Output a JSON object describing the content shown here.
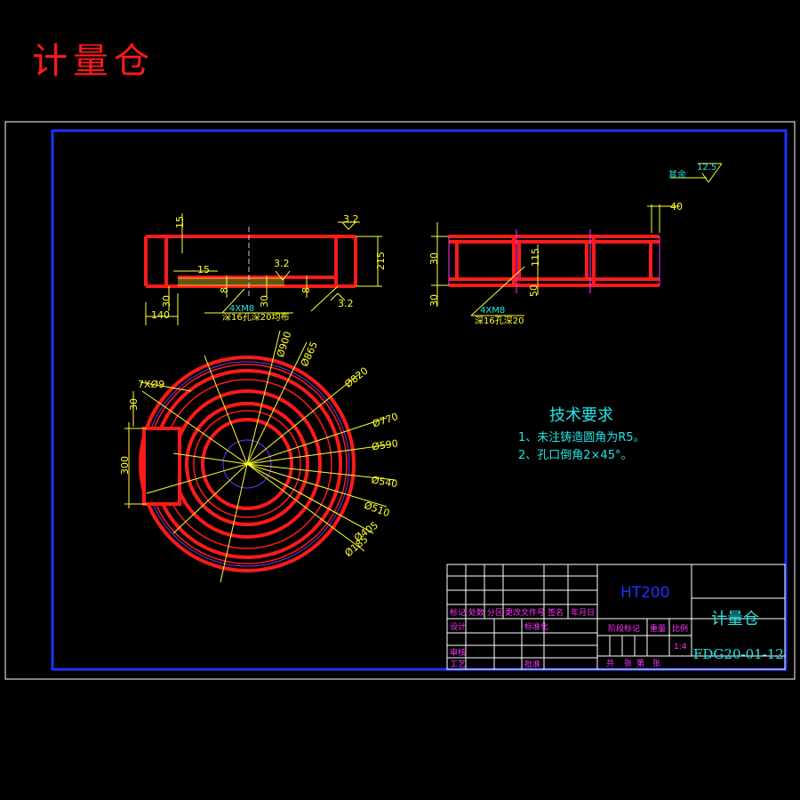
{
  "title": "计量仓",
  "tech_requirements": {
    "heading": "技术要求",
    "items": [
      "1、未注铸造圆角为R5。",
      "2、孔口倒角2×45°。"
    ]
  },
  "surface_roughness": {
    "label": "其余",
    "value": "12.5"
  },
  "front_view": {
    "dims": {
      "top_wall": "15",
      "rough_1": "3.2",
      "rough_2": "3.2",
      "rough_3": "3.2",
      "inner_15": "15",
      "height": "215",
      "eight_a": "8",
      "eight_b": "8",
      "thirty_a": "30",
      "thirty_b": "30",
      "width_140": "140",
      "hole_spec": "4XM8",
      "hole_note": "深16孔深20均布"
    }
  },
  "side_view": {
    "dims": {
      "d40": "40",
      "d30a": "30",
      "d30b": "30",
      "d115": "115",
      "d50": "50",
      "hole_spec": "4XM8",
      "hole_note": "深16孔深20"
    }
  },
  "top_view": {
    "dims": {
      "holes": "7XØ9",
      "d30": "30",
      "d300": "300",
      "diameters": [
        "Ø900",
        "Ø865",
        "Ø820",
        "Ø770",
        "Ø590",
        "Ø540",
        "Ø510",
        "Ø405",
        "Ø185"
      ]
    }
  },
  "title_block": {
    "material": "HT200",
    "part_name": "计量仓",
    "drawing_no": "FDG20-01-12",
    "scale_value": "1:4",
    "headers": {
      "mark": "标记",
      "count": "处数",
      "zone": "分区",
      "change_doc": "更改文件号",
      "signature": "签名",
      "date": "年月日",
      "design": "设计",
      "standardize": "标准化",
      "stage_mark": "阶段标记",
      "weight": "重量",
      "scale": "比例",
      "review": "审核",
      "process": "工艺",
      "approve": "批准",
      "total": "共",
      "sheet": "张",
      "of": "第",
      "sheet2": "张"
    }
  },
  "colors": {
    "part": "#ff1a1a",
    "dimension": "#ffff33",
    "frame": "#1a33ff",
    "text": "#22e6e6",
    "table_text": "#ff33ff",
    "inner_circle": "#7733ff"
  }
}
